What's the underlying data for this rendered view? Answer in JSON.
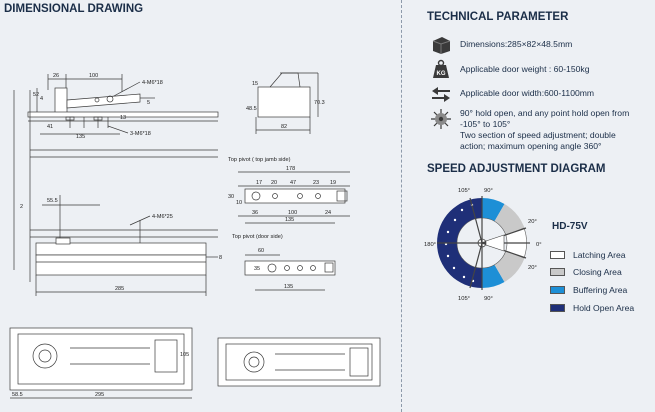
{
  "dimensional_drawing": {
    "title": "DIMENSIONAL DRAWING",
    "side_view": {
      "dim_26": "26",
      "dim_100": "100",
      "dim_52": "52",
      "dim_4": "4",
      "dim_5": "5",
      "dim_41": "41",
      "dim_13": "13",
      "dim_135": "135",
      "callout_m618": "4-M6*18",
      "callout_3m618": "3-M6*18",
      "dim_555": "55.5",
      "dim_2": "2",
      "callout_m625": "4-M6*25",
      "dim_8": "8",
      "dim_285": "285"
    },
    "end_view": {
      "dim_15": "15",
      "dim_485": "48.5",
      "dim_703": "70.3",
      "dim_82": "82"
    },
    "top_pivot_jamb": {
      "label": "Top pivot ( top jamb side)",
      "dim_178": "178",
      "dim_17": "17",
      "dim_20": "20",
      "dim_47": "47",
      "dim_23": "23",
      "dim_19": "19",
      "dim_30": "30",
      "dim_10": "10",
      "dim_36": "36",
      "dim_100": "100",
      "dim_24": "24",
      "dim_135": "135"
    },
    "top_pivot_door": {
      "label": "Top pivot  (door side)",
      "dim_60": "60",
      "dim_35": "35",
      "dim_135": "135"
    },
    "bottom_views": {
      "dim_105": "105",
      "dim_585": "58.5",
      "dim_295": "295"
    }
  },
  "technical_parameter": {
    "title": "TECHNICAL PARAMETER",
    "items": [
      {
        "icon": "box-icon",
        "text": "Dimensions:285×82×48.5mm"
      },
      {
        "icon": "kg-weight-icon",
        "icon_label": "KG",
        "text": "Applicable door weight : 60-150kg"
      },
      {
        "icon": "width-arrows-icon",
        "text": "Applicable door width:600-1100mm"
      },
      {
        "icon": "rotation-icon",
        "lines": [
          "90° hold open, and any point hold open from",
          "-105° to 105°",
          "Two section of speed adjustment; double",
          "action; maximum opening angle 360°"
        ]
      }
    ]
  },
  "speed_adjustment": {
    "title": "SPEED ADJUSTMENT DIAGRAM",
    "model": "HD-75V",
    "angles": {
      "a105_top": "105°",
      "a90_top": "90°",
      "a20_top": "20°",
      "a0": "0°",
      "a180": "180°",
      "a20_bottom": "20°",
      "a105_bottom": "105°",
      "a90_bottom": "90°"
    },
    "legend": [
      {
        "label": "Latching Area",
        "color": "#ffffff"
      },
      {
        "label": "Closing Area",
        "color": "#c9c9c9"
      },
      {
        "label": "Buffering Area",
        "color": "#1d8fd6"
      },
      {
        "label": "Hold Open Area",
        "color": "#1f2f78"
      }
    ]
  }
}
